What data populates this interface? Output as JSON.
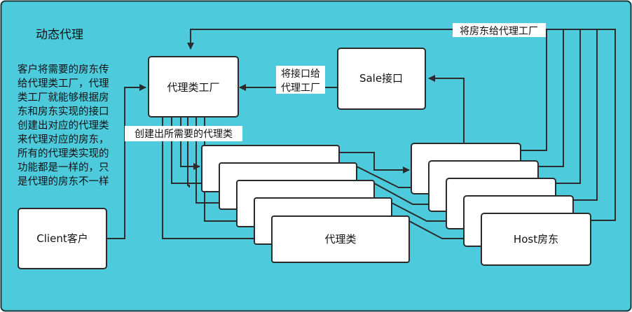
{
  "title": "动态代理",
  "description_lines": [
    "客户将需要的房东传",
    "给代理类工厂，代理",
    "类工厂就能够根据房",
    "东和房东实现的接口",
    "创建出对应的代理类",
    "来代理对应的房东，",
    "所有的代理类实现的",
    "功能都是一样的，只",
    "是代理的房东不一样"
  ],
  "nodes": {
    "factory": "代理类工厂",
    "interface": "Sale接口",
    "client": "Client客户",
    "proxy": "代理类",
    "host": "Host房东"
  },
  "edge_labels": {
    "host_to_factory": "将房东给代理工厂",
    "interface_to_factory_line1": "将接口给",
    "interface_to_factory_line2": "代理工厂",
    "factory_creates": "创建出所需要的代理类"
  },
  "colors": {
    "background": "#4dcbdd",
    "border": "#1a3a3a",
    "box_fill": "#ffffff",
    "stroke": "#2b2b2b"
  }
}
